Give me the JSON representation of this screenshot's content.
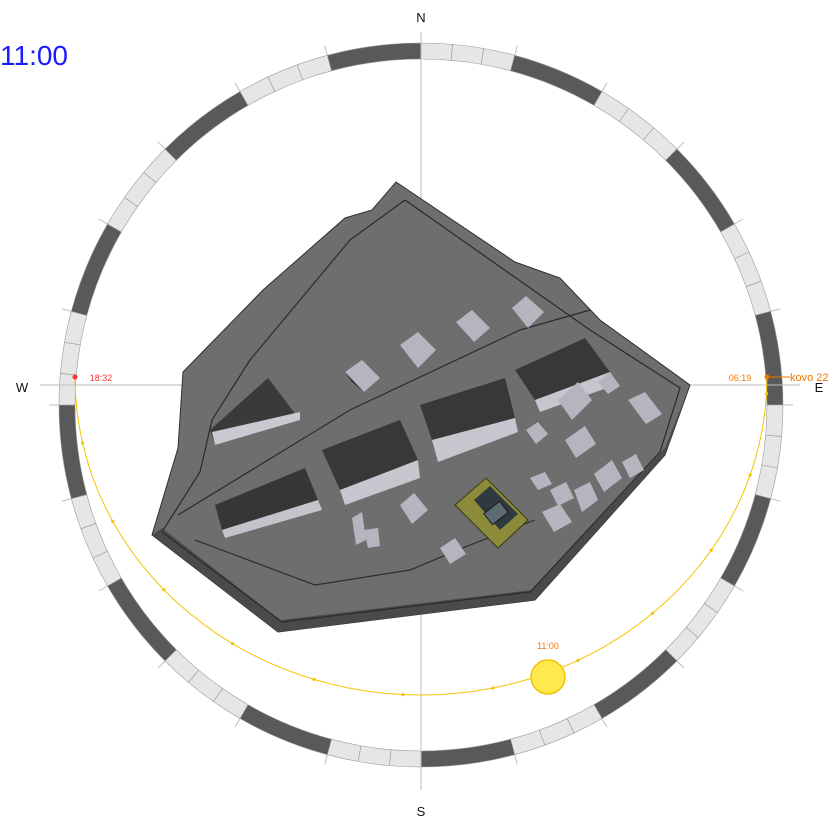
{
  "time_title": "11:00",
  "compass": {
    "north": "N",
    "south": "S",
    "east": "E",
    "west": "W"
  },
  "sunrise_label": "06:19",
  "sunset_label": "18:32",
  "sun_time_label": "11:00",
  "east_marker_label": "kovo 22",
  "colors": {
    "title": "#1a1aff",
    "sun_path": "#f5c400",
    "sun_fill": "#ffe94d",
    "sunrise_text": "#f07800",
    "sunset_text": "#ff3333",
    "ring_dark": "#595959",
    "ring_light": "#e6e6e6",
    "terrain": "#6f6f6f",
    "building_roof": "#b8b8c4",
    "building_side": "#3a3a3a"
  }
}
